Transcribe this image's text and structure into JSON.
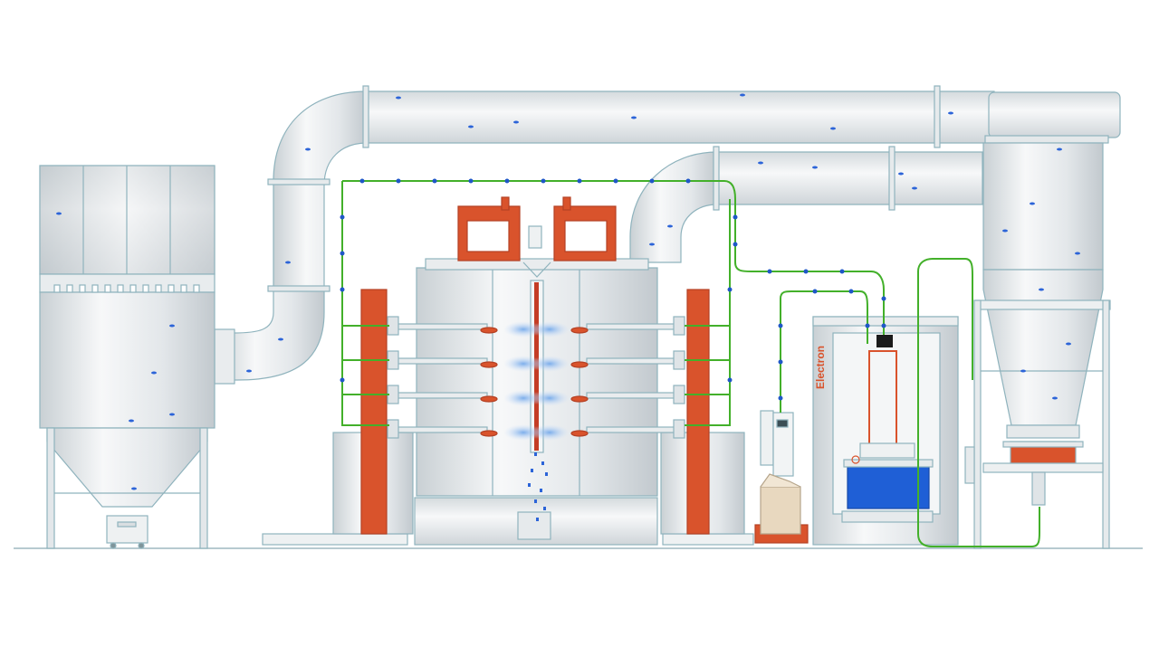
{
  "brand": {
    "name": "Electron",
    "accent": "#d9532c"
  },
  "colors": {
    "background": "#ffffff",
    "steel_light": "#f2f4f5",
    "steel_mid": "#d9dee1",
    "steel_dark": "#b7bfc4",
    "outline": "#7fa7b1",
    "gun_column": "#d9532c",
    "hose": "#43b02a",
    "hose_dot": "#1f57c8",
    "powder": "#2c64d8",
    "powder_tank": "#1f5fd6",
    "cardboard": "#e8d8bf"
  },
  "icons": {
    "logo": "electron-logo-icon",
    "powder_particles": "powder-particle-icon",
    "spray_cloud": "spray-cloud-icon"
  },
  "components": [
    "cartridge-filter",
    "powder-booth",
    "cyclone",
    "powder-center",
    "box-feeder",
    "exhaust-duct"
  ],
  "booth": {
    "gun_levels": 4
  }
}
